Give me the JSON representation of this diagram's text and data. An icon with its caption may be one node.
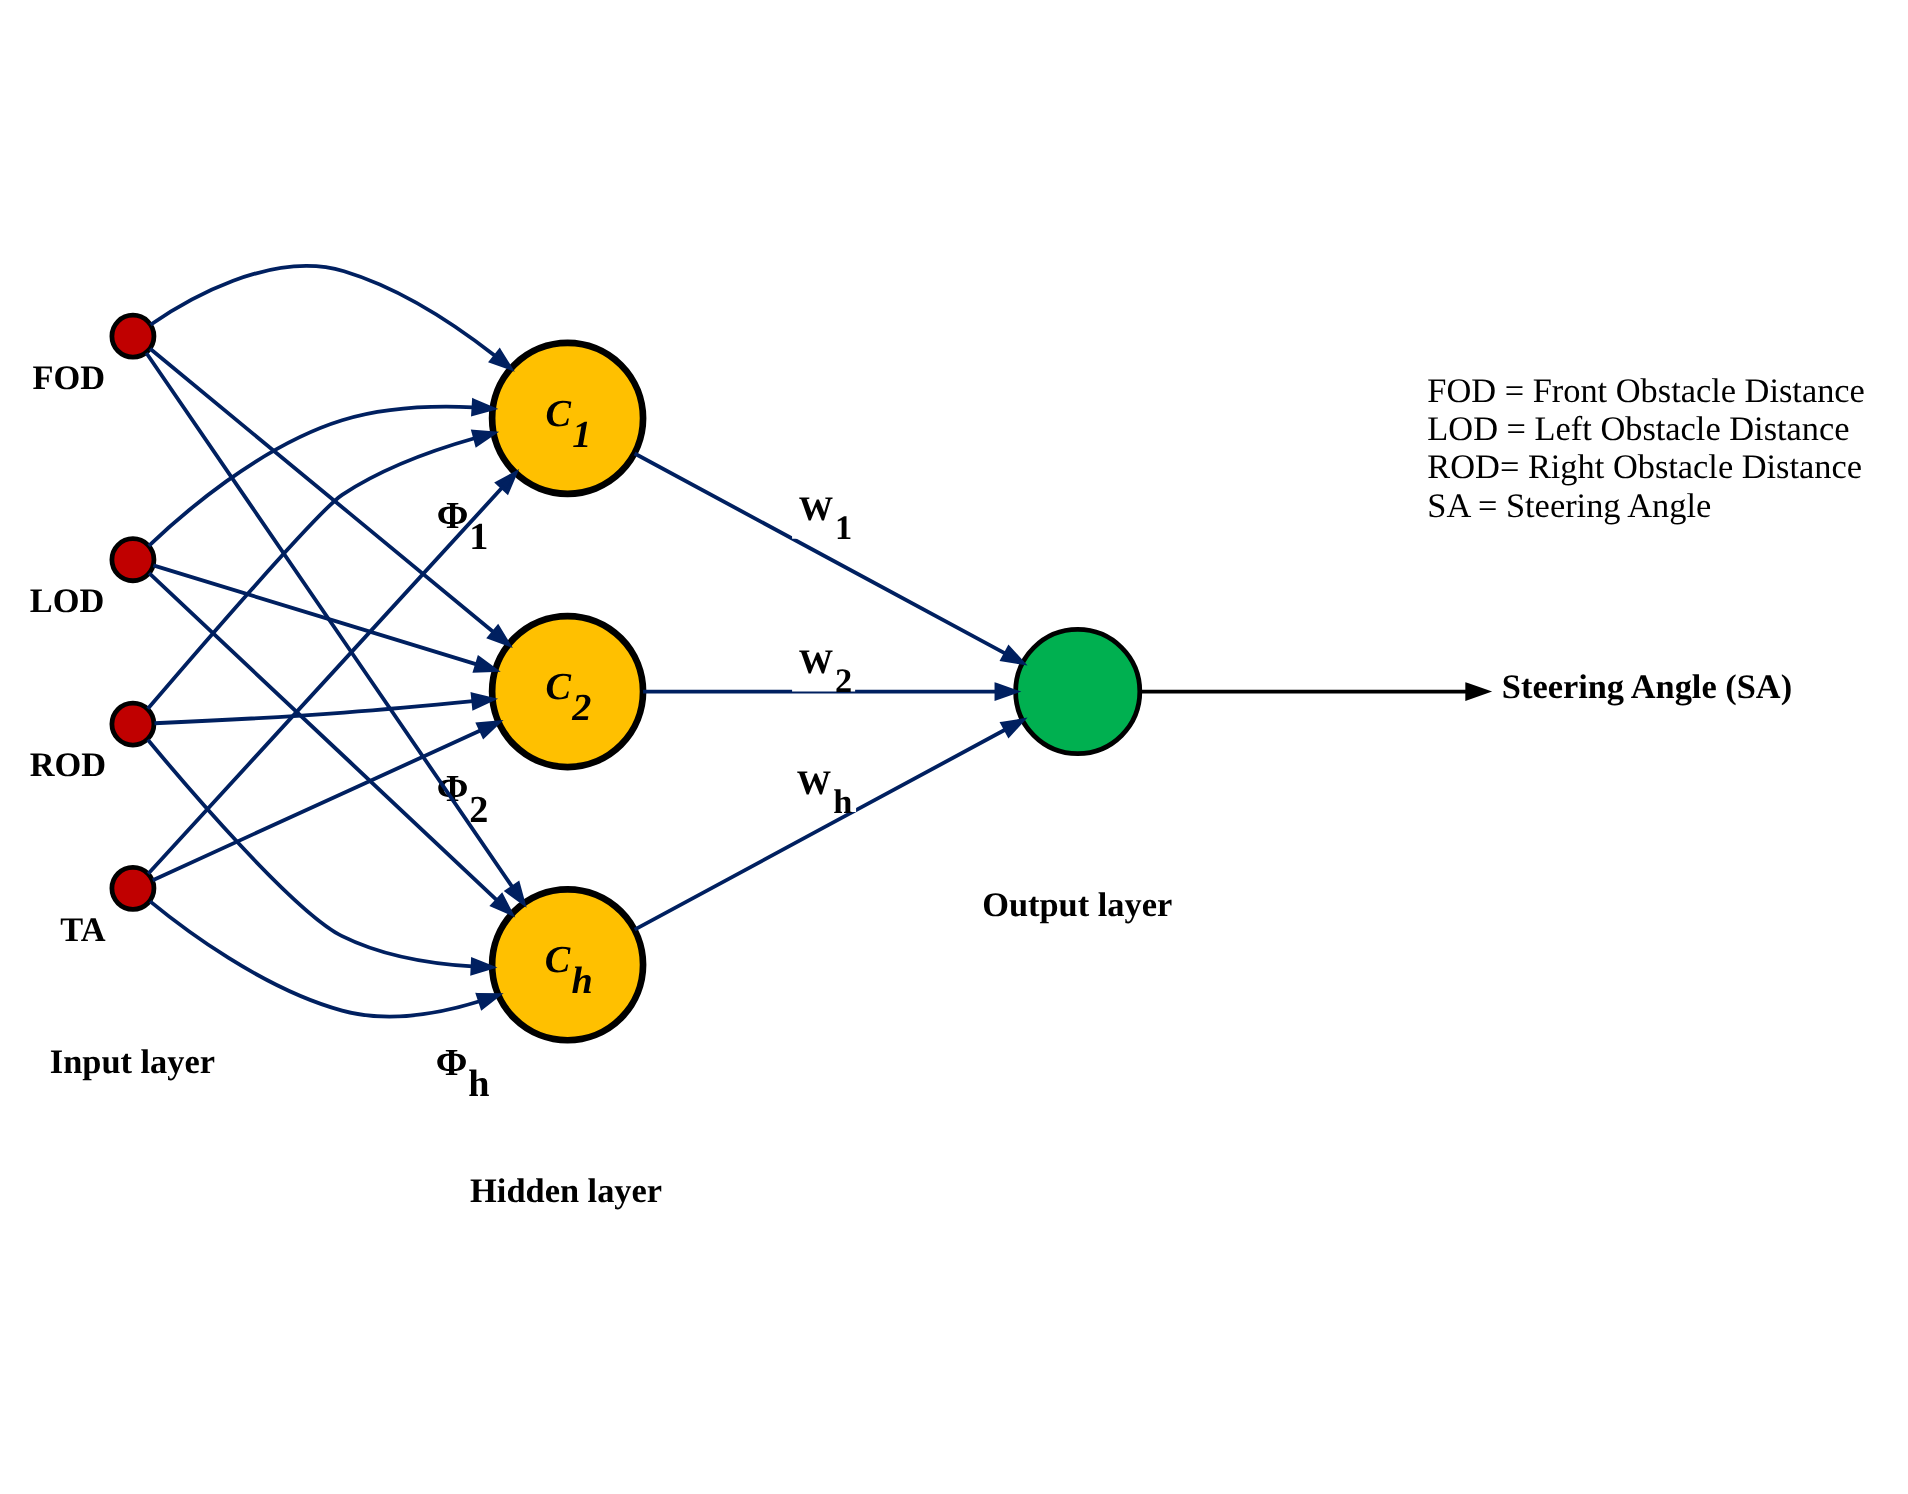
{
  "diagram": {
    "nodes": [
      {
        "text": [],
        "shape": "circle",
        "beside": [
          "FOD"
        ]
      },
      {
        "text": [],
        "shape": "circle",
        "beside": [
          "LOD"
        ]
      },
      {
        "text": [],
        "shape": "circle",
        "beside": [
          "ROD"
        ]
      },
      {
        "text": [],
        "shape": "circle",
        "beside": [
          "TA"
        ]
      },
      {
        "text": [
          "C$_{1}$"
        ],
        "beside": [
          "Φ$_{1}$"
        ]
      },
      {
        "text": [
          "C$_{2}$"
        ],
        "beside": [
          "Φ$_{2}$"
        ]
      },
      {
        "text": [
          "C$_{h}$"
        ],
        "beside": [
          "Φ$_{h}$"
        ]
      },
      {
        "text": [],
        "shape": "circle"
      },
      {
        "text": [
          "Steering Angle (SA)"
        ]
      }
    ],
    "edges": [
      {
        "from": 0,
        "to": 4,
        "arrow": "to"
      },
      {
        "from": 0,
        "to": 5,
        "arrow": "to"
      },
      {
        "from": 0,
        "to": 6,
        "arrow": "to"
      },
      {
        "from": 1,
        "to": 4,
        "arrow": "to"
      },
      {
        "from": 1,
        "to": 5,
        "arrow": "to"
      },
      {
        "from": 1,
        "to": 6,
        "arrow": "to"
      },
      {
        "from": 2,
        "to": 4,
        "arrow": "to"
      },
      {
        "from": 2,
        "to": 5,
        "arrow": "to"
      },
      {
        "from": 2,
        "to": 6,
        "arrow": "to"
      },
      {
        "from": 3,
        "to": 4,
        "arrow": "to"
      },
      {
        "from": 3,
        "to": 5,
        "arrow": "to"
      },
      {
        "from": 3,
        "to": 6,
        "arrow": "to"
      },
      {
        "from": 4,
        "to": 7,
        "arrow": "to",
        "label": "W$_{1}$"
      },
      {
        "from": 5,
        "to": 7,
        "arrow": "to",
        "label": "W$_{2}$"
      },
      {
        "from": 6,
        "to": 7,
        "arrow": "to",
        "label": "W$_{h}$"
      },
      {
        "from": 7,
        "to": 8,
        "arrow": "to",
        "color": "#000000"
      }
    ],
    "labels": [
      "FOD = Front Obstacle Distance",
      "LOD = Left Obstacle Distance",
      "ROD= Right Obstacle Distance",
      "SA = Steering Angle",
      "Input layer",
      "Hidden layer",
      "Output layer"
    ]
  }
}
